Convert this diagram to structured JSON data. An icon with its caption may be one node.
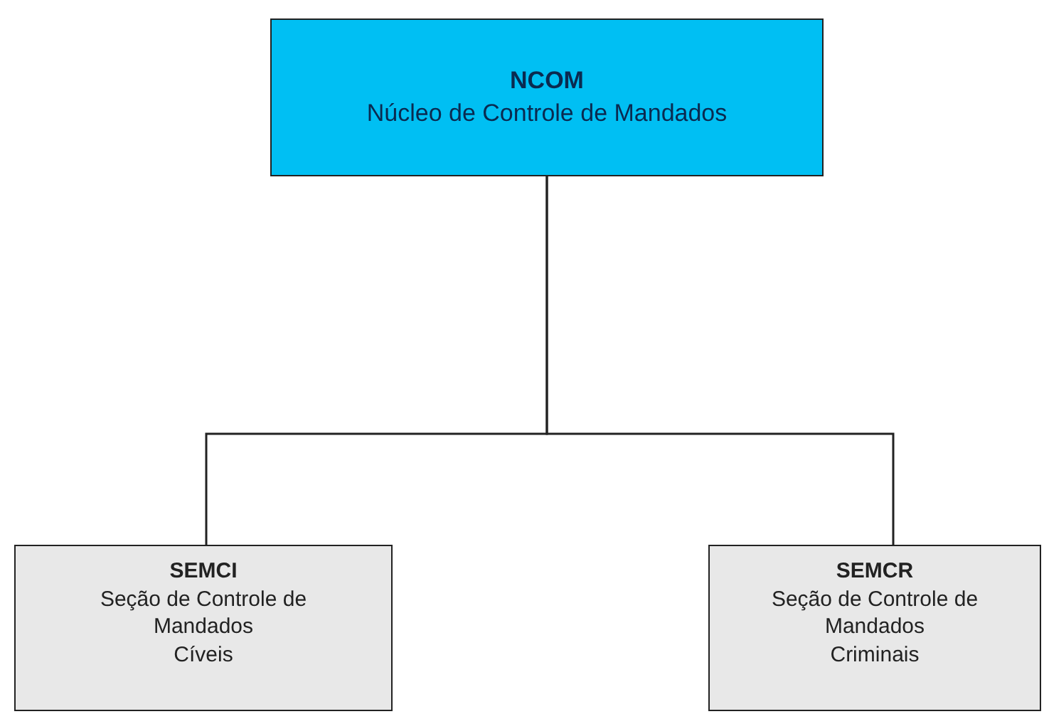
{
  "diagram": {
    "nodes": [
      {
        "text": [
          "NCOM",
          "Núcleo de Controle de Mandados"
        ]
      },
      {
        "text": [
          "SEMCI",
          "Seção de Controle de Mandados",
          "Cíveis"
        ]
      },
      {
        "text": [
          "SEMCR",
          "Seção de Controle de Mandados",
          "Criminais"
        ]
      }
    ],
    "edges": [
      {
        "from": 0,
        "to": 1,
        "arrow": "none"
      },
      {
        "from": 0,
        "to": 2,
        "arrow": "none"
      }
    ]
  }
}
